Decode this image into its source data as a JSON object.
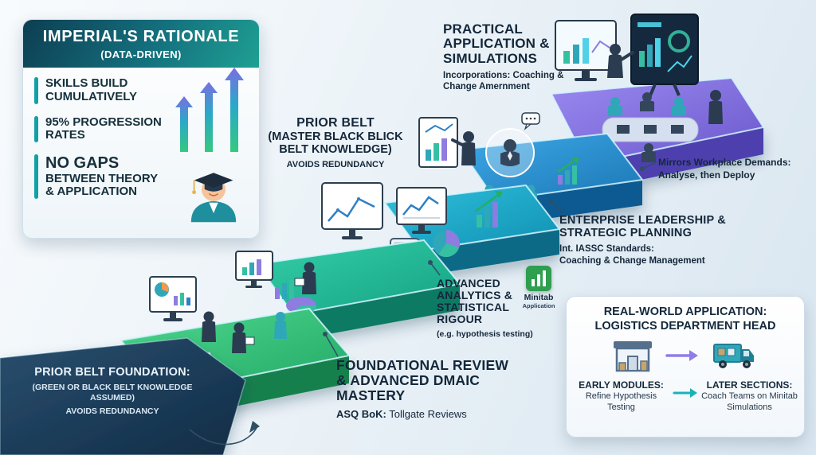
{
  "meta": {
    "title": "Imperial's Rationale — data-driven belt progression infographic"
  },
  "colors": {
    "teal": "#12a0a6",
    "green": "#2fbe7f",
    "blue": "#1f8fd0",
    "purple": "#8572e0",
    "navy": "#13314c",
    "minitab_green": "#2e9e4f"
  },
  "rationale_panel": {
    "title": "IMPERIAL'S RATIONALE",
    "subtitle": "(DATA-DRIVEN)",
    "items": [
      {
        "line1": "SKILLS BUILD",
        "line2": "CUMULATIVELY"
      },
      {
        "line1": "95% PROGRESSION",
        "line2": "RATES"
      },
      {
        "big": "NO GAPS",
        "line1": "BETWEEN THEORY",
        "line2": "& APPLICATION"
      }
    ]
  },
  "labels": {
    "practical": {
      "title": "PRACTICAL APPLICATION & SIMULATIONS",
      "sub": "Incorporations: Coaching & Change Amernment"
    },
    "prior_belt": {
      "title": "PRIOR BELT",
      "mid": "(MASTER BLACK BLICK BELT KNOWLEDGE)",
      "sub": "AVOIDS REDUNDANCY"
    },
    "mirrors": {
      "line1": "Mirrors Workplace Demands:",
      "line2": "Analyse, then Deploy"
    },
    "enterprise": {
      "title": "ENTERPRISE LEADERSHIP & STRATEGIC PLANNING",
      "sub1": "Int. IASSC Standards:",
      "sub2": "Coaching & Change Management"
    },
    "analytics": {
      "title": "ADVANCED ANALYTICS & STATISTICAL RIGOUR",
      "sub": "(e.g. hypothesis testing)"
    },
    "minitab": {
      "name": "Minitab",
      "type": "Application"
    },
    "foundational": {
      "title": "FOUNDATIONAL REVIEW & ADVANCED DMAIC MASTERY",
      "sub_bold": "ASQ BoK:",
      "sub_rest": " Tollgate Reviews"
    },
    "prior_foundation": {
      "title": "PRIOR BELT FOUNDATION:",
      "sub1": "(GREEN OR BLACK BELT KNOWLEDGE ASSUMED)",
      "sub2": "AVOIDS REDUNDANCY"
    }
  },
  "real_world_panel": {
    "title1": "REAL-WORLD APPLICATION:",
    "title2": "LOGISTICS DEPARTMENT HEAD",
    "early_title": "EARLY MODULES:",
    "early_body": "Refine Hypothesis Testing",
    "later_title": "LATER SECTIONS:",
    "later_body": "Coach Teams on Minitab Simulations"
  }
}
